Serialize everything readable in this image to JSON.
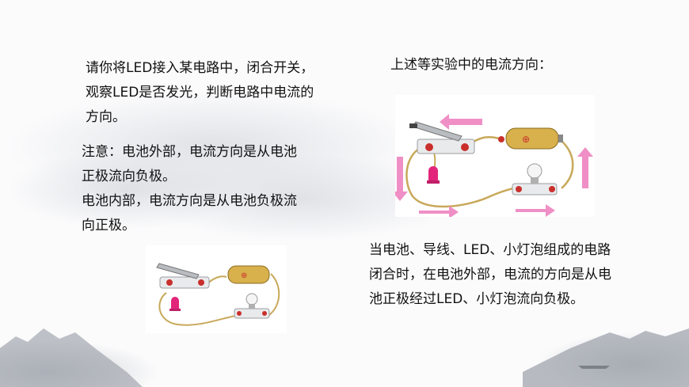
{
  "left": {
    "intro_lines": [
      "请你将LED接入某电路中，闭合开关，",
      "观察LED是否发光，判断电路中电流的",
      "方向。"
    ],
    "note_lines": [
      "注意：电池外部，电流方向是从电池",
      "正极流向负极。",
      "电池内部，电流方向是从电池负极流",
      "向正极。"
    ]
  },
  "right": {
    "title": "上述等实验中的电流方向：",
    "conclusion_lines": [
      "当电池、导线、LED、小灯泡组成的电路",
      "闭合时，在电池外部，电流的方向是从电",
      "池正极经过LED、小灯泡流向负极。"
    ]
  },
  "figures": {
    "battery_symbol": "⊕",
    "arrow_color": "#ef8fc6",
    "wire_color": "#c8a85a",
    "led_color": "#e2257a",
    "battery_color": "#d8b04c"
  }
}
